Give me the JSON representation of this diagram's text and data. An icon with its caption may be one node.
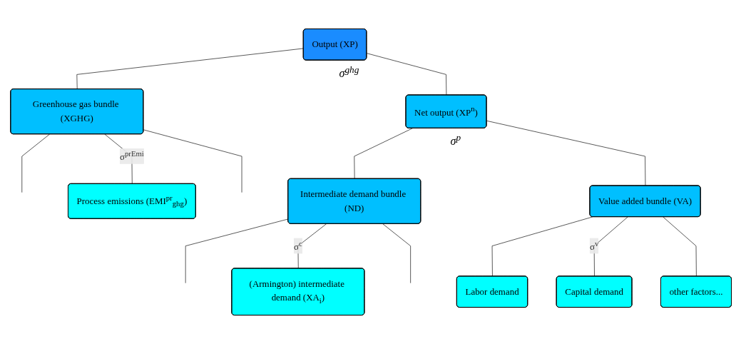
{
  "diagram": {
    "nodes": [
      {
        "text": [
          "Output (XP)"
        ],
        "beside": [
          "σ$^{ghg}$"
        ]
      },
      {
        "text": [
          "Greenhouse gas bundle (XGHG)"
        ]
      },
      {
        "text": [
          "Net output (XP$^{n}$)"
        ],
        "beside": [
          "σ$^{p}$"
        ]
      },
      {
        "text": [
          "Process emissions (EMI$^{pr}$$_{ghg}$)"
        ]
      },
      {
        "text": [
          "Intermediate demand bundle (ND)"
        ]
      },
      {
        "text": [
          "Value added bundle (VA)"
        ]
      },
      {
        "text": [
          "(Armington) intermediate demand (XA$_{i}$)"
        ]
      },
      {
        "text": [
          "Labor demand"
        ]
      },
      {
        "text": [
          "Capital demand"
        ]
      },
      {
        "text": [
          "other factors..."
        ]
      }
    ],
    "edges": [
      {
        "from": 0,
        "to": 1,
        "arrow": "none"
      },
      {
        "from": 0,
        "to": 2,
        "arrow": "none"
      },
      {
        "from": 1,
        "to": null,
        "arrow": "none"
      },
      {
        "from": 1,
        "to": 3,
        "arrow": "none",
        "label": "σ$^{prEmi}$"
      },
      {
        "from": 1,
        "to": null,
        "arrow": "none"
      },
      {
        "from": 2,
        "to": 4,
        "arrow": "none"
      },
      {
        "from": 2,
        "to": 5,
        "arrow": "none"
      },
      {
        "from": 4,
        "to": null,
        "arrow": "none"
      },
      {
        "from": 4,
        "to": 6,
        "arrow": "none",
        "label": "σ$^{c}$"
      },
      {
        "from": 4,
        "to": null,
        "arrow": "none"
      },
      {
        "from": 5,
        "to": 7,
        "arrow": "none"
      },
      {
        "from": 5,
        "to": 8,
        "arrow": "none",
        "label": "σ$^{v}$"
      },
      {
        "from": 5,
        "to": 9,
        "arrow": "none"
      }
    ]
  }
}
